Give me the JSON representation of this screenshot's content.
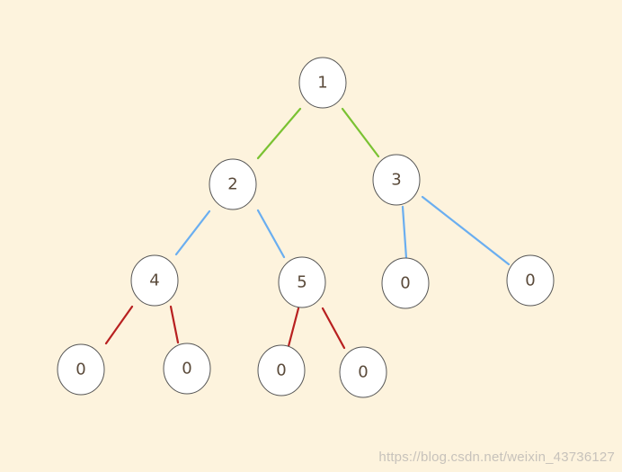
{
  "tree": {
    "nodes": [
      {
        "id": "n1",
        "label": "1"
      },
      {
        "id": "n2",
        "label": "2"
      },
      {
        "id": "n3",
        "label": "3"
      },
      {
        "id": "n4",
        "label": "4"
      },
      {
        "id": "n5",
        "label": "5"
      },
      {
        "id": "n3L",
        "label": "0"
      },
      {
        "id": "n3R",
        "label": "0"
      },
      {
        "id": "n4L",
        "label": "0"
      },
      {
        "id": "n4R",
        "label": "0"
      },
      {
        "id": "n5L",
        "label": "0"
      },
      {
        "id": "n5R",
        "label": "0"
      }
    ],
    "edges": [
      {
        "from": "n1",
        "to": "n2",
        "level": 1
      },
      {
        "from": "n1",
        "to": "n3",
        "level": 1
      },
      {
        "from": "n2",
        "to": "n4",
        "level": 2
      },
      {
        "from": "n2",
        "to": "n5",
        "level": 2
      },
      {
        "from": "n3",
        "to": "n3L",
        "level": 2
      },
      {
        "from": "n3",
        "to": "n3R",
        "level": 2
      },
      {
        "from": "n4",
        "to": "n4L",
        "level": 3
      },
      {
        "from": "n4",
        "to": "n4R",
        "level": 3
      },
      {
        "from": "n5",
        "to": "n5L",
        "level": 3
      },
      {
        "from": "n5",
        "to": "n5R",
        "level": 3
      }
    ],
    "edge_colors": {
      "1": "#7ac232",
      "2": "#6aaef0",
      "3": "#b82020"
    }
  },
  "watermark": {
    "text": "https://blog.csdn.net/weixin_43736127"
  }
}
